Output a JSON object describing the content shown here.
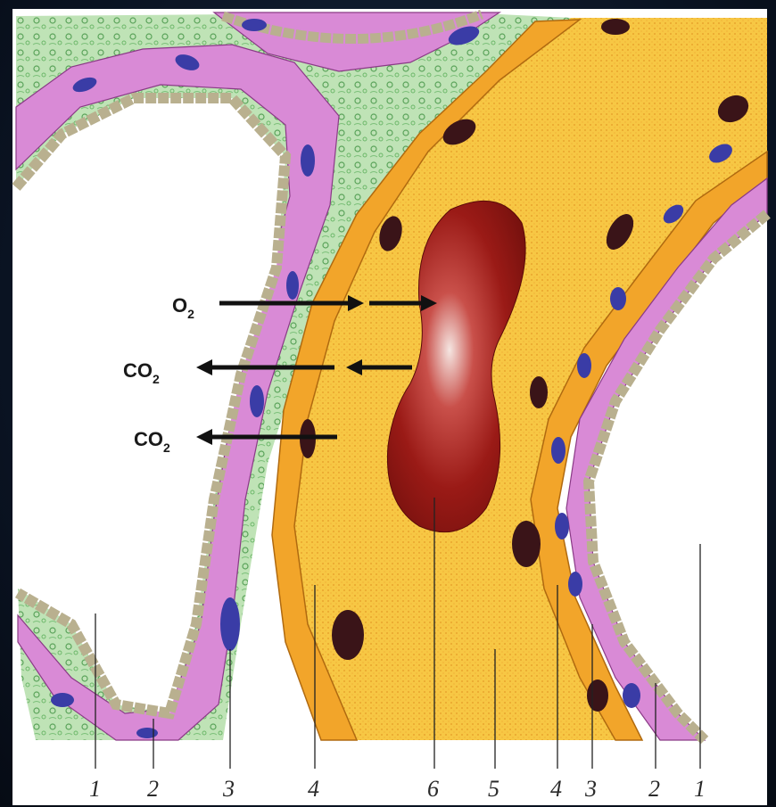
{
  "diagram": {
    "gas_labels": [
      {
        "main": "O",
        "sub": "2"
      },
      {
        "main": "CO",
        "sub": "2"
      },
      {
        "main": "CO",
        "sub": "2"
      }
    ],
    "number_labels": [
      "1",
      "2",
      "3",
      "4",
      "6",
      "5",
      "4",
      "3",
      "2",
      "1"
    ],
    "colors": {
      "alveolar_space": "#ffffff",
      "epithelium_border": "#b9b08f",
      "epithelium_cell": "#d98ad6",
      "nucleus_blue": "#3a3ca6",
      "interstitium": "#a9d9a1",
      "endothelium": "#f2a52a",
      "plasma": "#f7c744",
      "erythrocyte": "#9a1a16",
      "arrow": "#111111"
    }
  }
}
